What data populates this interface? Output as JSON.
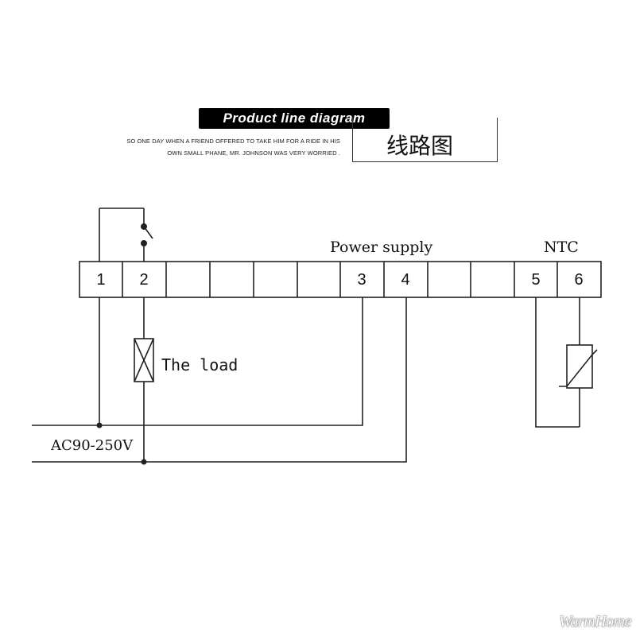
{
  "header": {
    "title": "Product line diagram",
    "caption_line1": "SO ONE DAY WHEN A FRIEND OFFERED TO TAKE HIM FOR A RIDE IN HIS",
    "caption_line2": "OWN SMALL PHANE, MR. JOHNSON WAS VERY WORRIED .",
    "chinese_title": "线路图"
  },
  "terminals": {
    "labels": [
      "1",
      "2",
      "",
      "",
      "",
      "",
      "3",
      "4",
      "",
      "",
      "5",
      "6"
    ]
  },
  "labels": {
    "power_supply": "Power supply",
    "ntc": "NTC",
    "load": "The load",
    "ac": "AC90-250V"
  },
  "watermark": "WarmHome"
}
